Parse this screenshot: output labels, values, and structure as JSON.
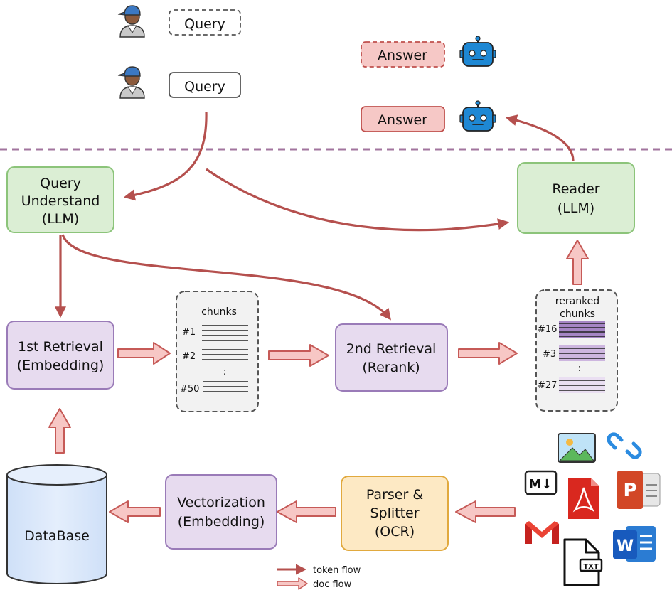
{
  "user_queries": [
    "Query",
    "Query"
  ],
  "answers": [
    "Answer",
    "Answer"
  ],
  "nodes": {
    "query_understand": [
      "Query",
      "Understand",
      "(LLM)"
    ],
    "reader": [
      "Reader",
      "(LLM)"
    ],
    "first_retrieval": [
      "1st Retrieval",
      "(Embedding)"
    ],
    "second_retrieval": [
      "2nd Retrieval",
      "(Rerank)"
    ],
    "vectorization": [
      "Vectorization",
      "(Embedding)"
    ],
    "parser": [
      "Parser &",
      "Splitter",
      "(OCR)"
    ],
    "database": "DataBase"
  },
  "chunks": {
    "title": "chunks",
    "labels": [
      "#1",
      "#2",
      "#50"
    ],
    "ellipsis": ":"
  },
  "reranked": {
    "title": [
      "reranked",
      "chunks"
    ],
    "labels": [
      "#16",
      "#3",
      "#27"
    ],
    "ellipsis": ":"
  },
  "legend": {
    "token_flow": "token flow",
    "doc_flow": "doc flow"
  },
  "doc_icons": [
    "image-icon",
    "link-icon",
    "markdown-icon",
    "pdf-icon",
    "powerpoint-icon",
    "gmail-icon",
    "txt-icon",
    "word-icon"
  ],
  "doc_icon_text": {
    "markdown": "M↓",
    "txt": "TXT",
    "word": "W",
    "powerpoint": "P"
  },
  "colors": {
    "token_arrow": "#b5504e",
    "doc_arrow_fill": "#f7c7c5",
    "doc_arrow_stroke": "#c65a57",
    "llm_fill": "#dbeed4",
    "llm_stroke": "#8cc47a",
    "retrieval_fill": "#e7dbef",
    "retrieval_stroke": "#9a7bb8",
    "parser_fill": "#fde9c4",
    "parser_stroke": "#e1a93e",
    "database_fill": "#d8e7fb",
    "answer_fill": "#f6c8c6",
    "divider": "#a2749e"
  }
}
